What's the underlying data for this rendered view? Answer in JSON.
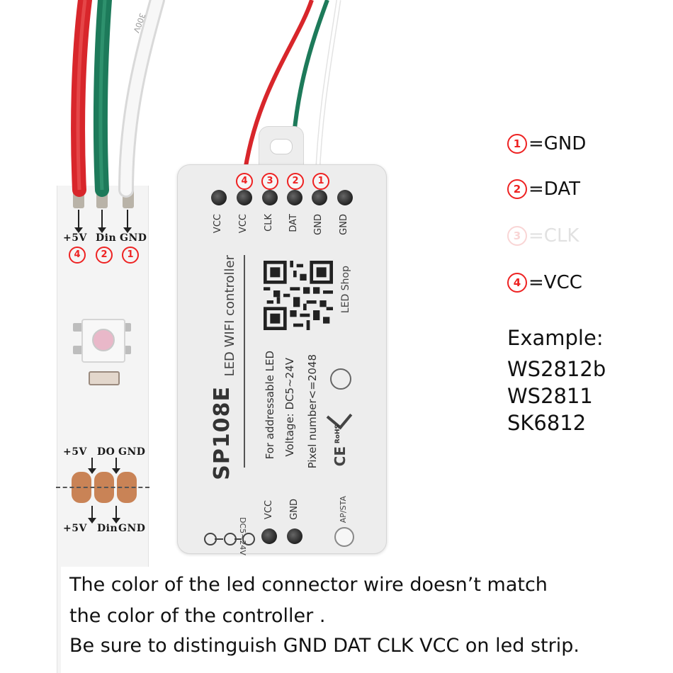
{
  "strip": {
    "top_labels": {
      "plus5v": "+5V",
      "din": "Din",
      "gnd": "GND"
    },
    "top_numbers": [
      "4",
      "2",
      "1"
    ],
    "wire_print": "300V",
    "mid_labels": {
      "plus5v": "+5V",
      "do": "DO",
      "gnd": "GND"
    },
    "bottom_labels": {
      "plus5v": "+5V",
      "din": "Din",
      "gnd": "GND"
    }
  },
  "controller": {
    "wire_numbers": [
      "4",
      "3",
      "2",
      "1"
    ],
    "pins": [
      "VCC",
      "VCC",
      "CLK",
      "DAT",
      "GND",
      "GND"
    ],
    "model": "SP108E",
    "title": "LED WIFI controller",
    "shop": "LED Shop",
    "spec_lines": [
      "For addressable LED",
      "Voltage: DC5~24V",
      "Pixel number<=2048"
    ],
    "rohs": "RoHS",
    "ce": "CE",
    "power_label": "DC5~24V",
    "power_pins": [
      "VCC",
      "GND"
    ],
    "button_label": "AP/STA"
  },
  "legend": [
    {
      "num": "1",
      "text": "=GND",
      "faded": false
    },
    {
      "num": "2",
      "text": "=DAT",
      "faded": false
    },
    {
      "num": "3",
      "text": "=CLK",
      "faded": true
    },
    {
      "num": "4",
      "text": "=VCC",
      "faded": false
    }
  ],
  "example": {
    "heading": "Example:",
    "items": [
      "WS2812b",
      "WS2811",
      "SK6812"
    ]
  },
  "note": [
    "The color of the led connector wire doesn’t match",
    "the color of the controller .",
    "Be sure to distinguish GND DAT CLK VCC on led strip."
  ],
  "colors": {
    "red_wire": "#d8262b",
    "green_wire": "#1d7a5a",
    "white_wire": "#f3f3f3",
    "accent": "#e22222"
  }
}
